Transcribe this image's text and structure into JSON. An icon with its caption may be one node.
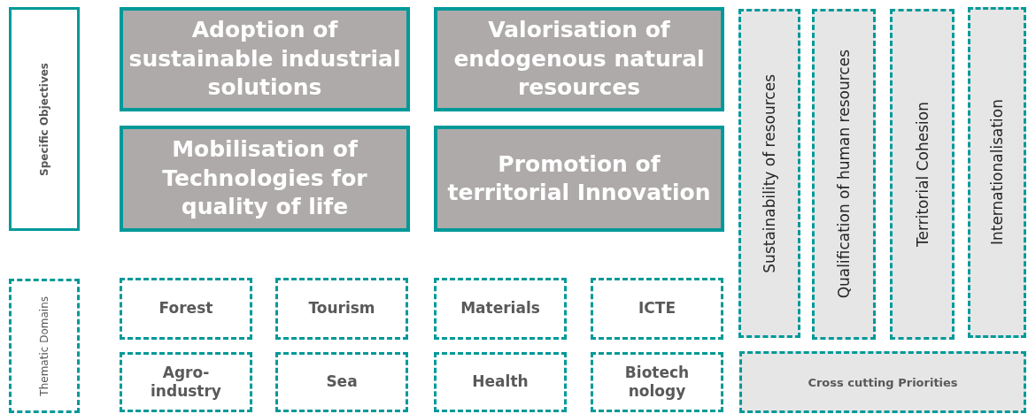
{
  "diagram": {
    "nodes": [
      {
        "text": [
          "Specific Objectives"
        ]
      },
      {
        "text": [
          "Adoption of sustainable industrial solutions"
        ]
      },
      {
        "text": [
          "Valorisation of endogenous natural resources"
        ]
      },
      {
        "text": [
          "Sustainability of resources"
        ]
      },
      {
        "text": [
          "Qualification of human resources"
        ]
      },
      {
        "text": [
          "Territorial Cohesion"
        ]
      },
      {
        "text": [
          "Internationalisation"
        ]
      },
      {
        "text": [
          "Mobilisation of Technologies for quality of life"
        ]
      },
      {
        "text": [
          "Promotion of territorial Innovation"
        ]
      },
      {
        "text": [
          "Thematic Domains"
        ]
      },
      {
        "text": [
          "Forest"
        ]
      },
      {
        "text": [
          "Tourism"
        ]
      },
      {
        "text": [
          "Materials"
        ]
      },
      {
        "text": [
          "ICTE"
        ]
      },
      {
        "text": [
          "Agro- industry"
        ]
      },
      {
        "text": [
          "Sea"
        ]
      },
      {
        "text": [
          "Health"
        ]
      },
      {
        "text": [
          "Biotech nology"
        ]
      },
      {
        "text": [
          "Cross cutting Priorities"
        ]
      }
    ]
  }
}
